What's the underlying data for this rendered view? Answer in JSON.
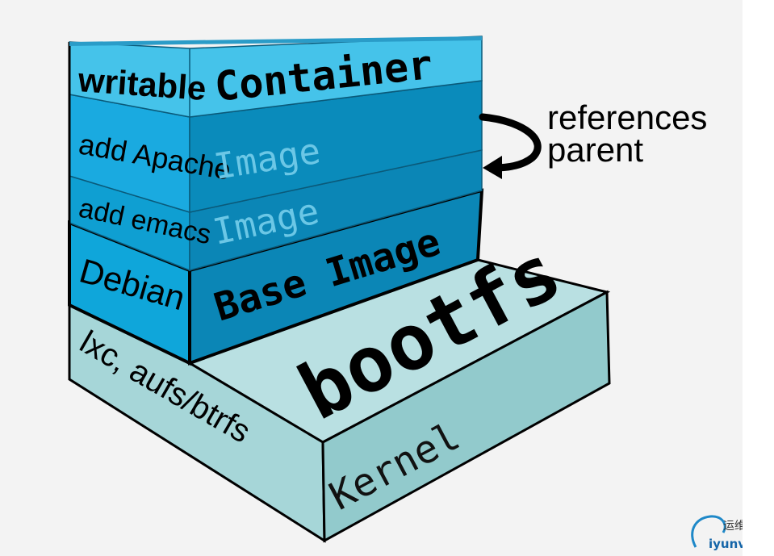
{
  "layers": {
    "container": {
      "side_label": "writable",
      "front_label": "Container"
    },
    "image_apache": {
      "side_label": "add Apache",
      "front_label": "Image"
    },
    "image_emacs": {
      "side_label": "add emacs",
      "front_label": "Image"
    },
    "base": {
      "side_label": "Debian",
      "front_label": "Base Image"
    },
    "kernel": {
      "side_label": "lxc, aufs/btrfs",
      "front_label": "Kernel",
      "top_label": "bootfs"
    }
  },
  "annotation": {
    "line1": "references",
    "line2": "parent"
  },
  "watermark": {
    "chinese": "运维网",
    "domain": "iyunv.com"
  },
  "colors": {
    "container_face": "#3bbfe6",
    "image_face": "#0a8fc0",
    "base_face": "#0d8ec4",
    "kernel_face": "#a9d8da",
    "kernel_top": "#b9e0e2"
  }
}
